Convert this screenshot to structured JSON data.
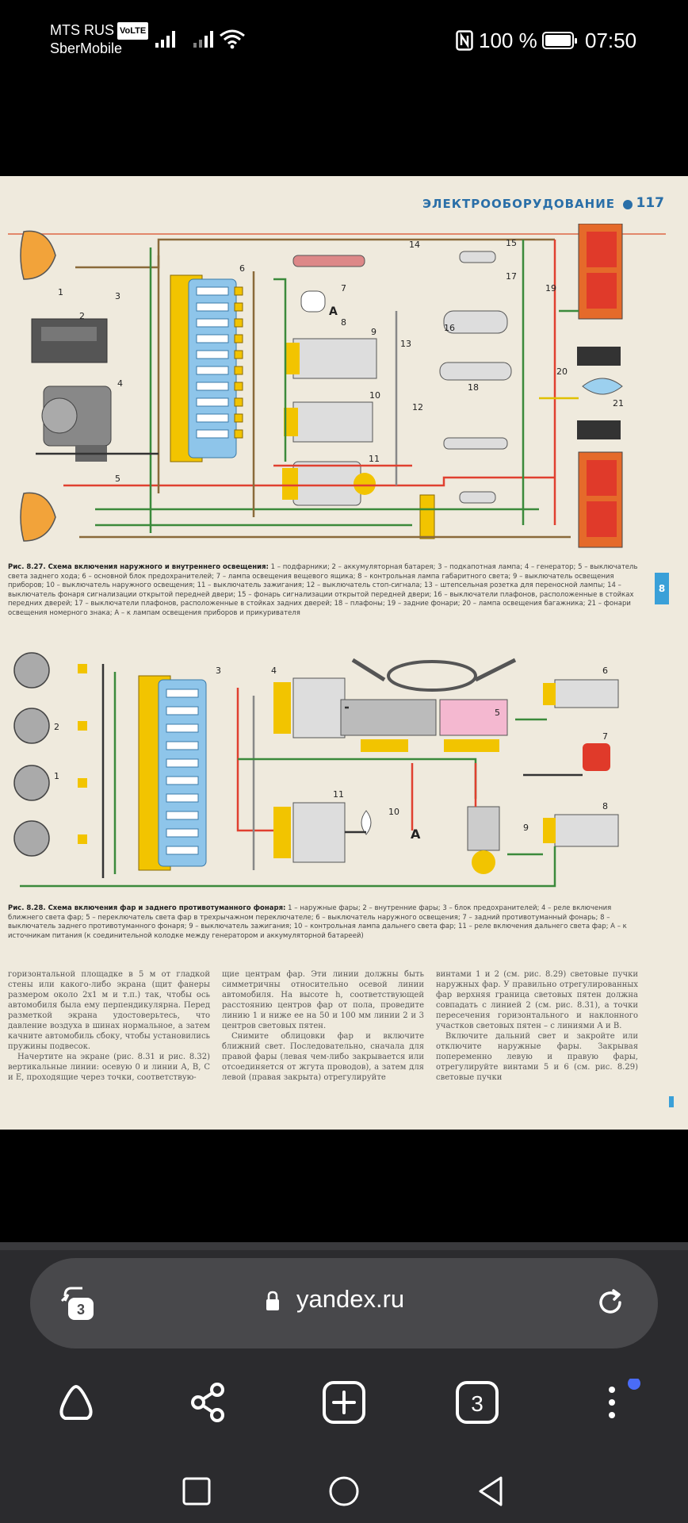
{
  "status_bar": {
    "carrier_1": "MTS RUS",
    "volte": "VoLTE",
    "carrier_2": "SberMobile",
    "battery_text": "100 %",
    "battery_level": 1.0,
    "time": "07:50",
    "icons": [
      "signal-1-icon",
      "signal-2-icon",
      "wifi-icon",
      "nfc-icon",
      "battery-icon"
    ]
  },
  "page": {
    "header_title": "ЭЛЕКТРООБОРУДОВАНИЕ",
    "page_number": "117",
    "side_tab": "8",
    "fig1_caption_title": "Рис. 8.27. Схема включения наружного и внутреннего освещения:",
    "fig1_caption_text": "1 – подфарники; 2 – аккумуляторная батарея; 3 – подкапотная лампа; 4 – генератор; 5 – выключатель света заднего хода; 6 – основной блок предохранителей; 7 – лампа освещения вещевого ящика; 8 – контрольная лампа габаритного света; 9 – выключатель освещения приборов; 10 – выключатель наружного освещения; 11 – выключатель зажигания; 12 – выключатель стоп-сигнала; 13 – штепсельная розетка для переносной лампы; 14 – выключатель фонаря сигнализации открытой передней двери; 15 – фонарь сигнализации открытой передней двери; 16 – выключатели плафонов, расположенные в стойках передних дверей; 17 – выключатели плафонов, расположенные в стойках задних дверей; 18 – плафоны; 19 – задние фонари; 20 – лампа освещения багажника; 21 – фонари освещения номерного знака; А – к лампам освещения приборов и прикуривателя",
    "fig2_caption_title": "Рис. 8.28. Схема включения фар и заднего противотуманного фонаря:",
    "fig2_caption_text": "1 – наружные фары; 2 – внутренние фары; 3 – блок предохранителей; 4 – реле включения ближнего света фар; 5 – переключатель света фар в трехрычажном переключателе; 6 – выключатель наружного освещения; 7 – задний противотуманный фонарь; 8 – выключатель заднего противотуманного фонаря; 9 – выключатель зажигания; 10 – контрольная лампа дальнего света фар; 11 – реле включения дальнего света фар; А – к источникам питания (к соединительной колодке между генератором и аккумуляторной батареей)",
    "text_col_1": "горизонтальной площадке в 5 м от гладкой стены или какого-либо экрана (щит фанеры размером около 2х1 м и т.п.) так, чтобы ось автомобиля была ему перпендикулярна. Перед разметкой экрана удостоверьтесь, что давление воздуха в шинах нормальное, а затем качните автомобиль сбоку, чтобы установились пружины подвесок.",
    "text_col_1b": "Начертите на экране (рис. 8.31 и рис. 8.32) вертикальные линии: осевую 0 и линии А, В, С и Е, проходящие через точки, соответствую-",
    "text_col_2": "щие центрам фар. Эти линии должны быть симметричны относительно осевой линии автомобиля. На высоте h, соответствующей расстоянию центров фар от пола, проведите линию 1 и ниже ее на 50 и 100 мм линии 2 и 3 центров световых пятен.",
    "text_col_2b": "Снимите облицовки фар и включите ближний свет. Последовательно, сначала для правой фары (левая чем-либо закрывается или отсоединяется от жгута проводов), а затем для левой (правая закрыта) отрегулируйте",
    "text_col_3": "винтами 1 и 2 (см. рис. 8.29) световые пучки наружных фар. У правильно отрегулированных фар верхняя граница световых пятен должна совпадать с линией 2 (см. рис. 8.31), а точки пересечения горизонтального и наклонного участков световых пятен – с линиями А и В.",
    "text_col_3b": "Включите дальний свет и закройте или отключите наружные фары. Закрывая попеременно левую и правую фары, отрегулируйте винтами 5 и 6 (см. рис. 8.29) световые пучки"
  },
  "diagram1_labels": [
    "1",
    "2",
    "3",
    "4",
    "5",
    "6",
    "7",
    "8",
    "9",
    "10",
    "11",
    "12",
    "13",
    "14",
    "15",
    "16",
    "17",
    "18",
    "19",
    "20",
    "21",
    "А"
  ],
  "diagram2_labels": [
    "1",
    "2",
    "3",
    "4",
    "5",
    "6",
    "7",
    "8",
    "9",
    "10",
    "11",
    "А"
  ],
  "browser": {
    "tab_count": "3",
    "url": "yandex.ru",
    "toolbar_tab_count": "3"
  },
  "colors": {
    "page_bg": "#efeadd",
    "header_blue": "#2a6fa8",
    "fuse_blue": "#8ec5ea",
    "connector_yellow": "#f2c400",
    "wire_red": "#e04030",
    "wire_green": "#3b8a3b",
    "wire_brown": "#8a6a3a",
    "browser_bg": "#2b2b2e",
    "accent_dot": "#4a6cf7"
  }
}
